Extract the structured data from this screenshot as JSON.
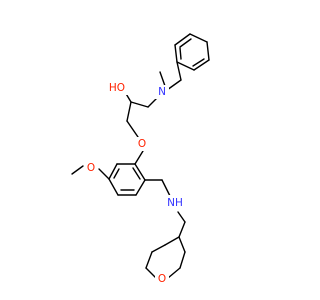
{
  "diagram": {
    "type": "chemical-structure",
    "atom_labels": {
      "N_amine": "N",
      "methyl_on_N": "",
      "OH": "HO",
      "ether_O": "O",
      "methoxy_O": "O",
      "NH": "NH",
      "ring_O": "O"
    },
    "colors": {
      "nitrogen": "#3333ff",
      "oxygen": "#ff2200",
      "carbon_bond": "#000000"
    }
  }
}
